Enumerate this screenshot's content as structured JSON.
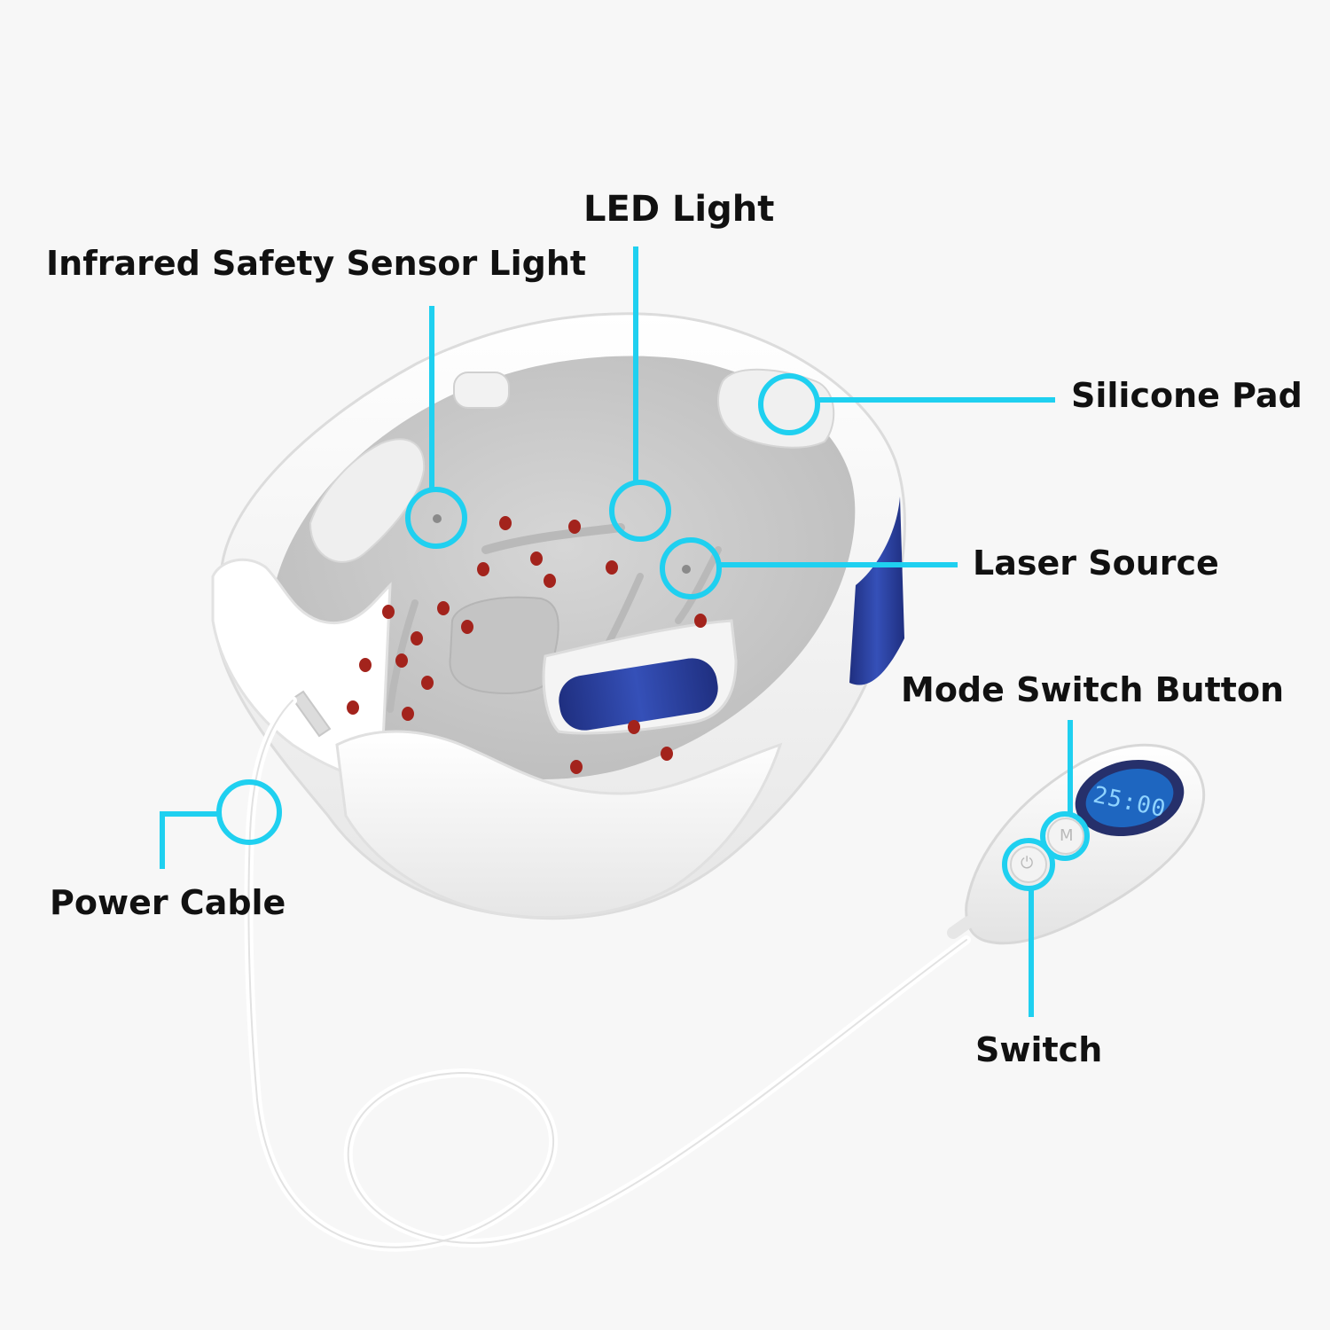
{
  "labels": {
    "led_light": "LED Light",
    "infrared_sensor": "Infrared Safety Sensor Light",
    "silicone_pad": "Silicone Pad",
    "laser_source": "Laser Source",
    "mode_switch_button": "Mode Switch Button",
    "power_cable": "Power Cable",
    "switch": "Switch"
  },
  "remote": {
    "display_time": "25:00",
    "mode_glyph": "M",
    "power_glyph": "⏻"
  },
  "colors": {
    "callout": "#1fd0f0",
    "background": "#f7f7f7",
    "panel_blue": "#2a3f9a",
    "led_red": "#a3231c",
    "shell": "#ffffff",
    "interior": "#cfcfcf"
  },
  "icons": [
    "helmet-device",
    "remote-control",
    "power-cable"
  ]
}
